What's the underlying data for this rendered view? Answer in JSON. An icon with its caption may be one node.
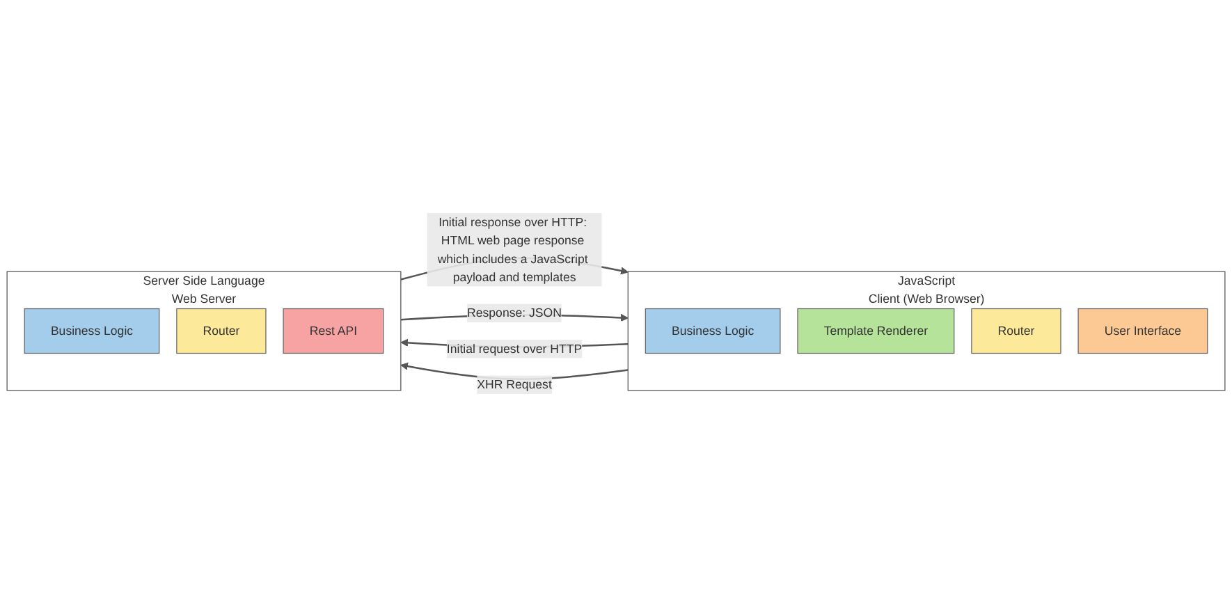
{
  "diagram": {
    "nodes": [
      {
        "text": [
          "JavaScript",
          "Client (Web Browser)"
        ]
      },
      {
        "text": [
          "Business Logic"
        ],
        "in": 0
      },
      {
        "text": [
          "Template Renderer"
        ],
        "in": 0
      },
      {
        "text": [
          "Router"
        ],
        "in": 0
      },
      {
        "text": [
          "User Interface"
        ],
        "in": 0
      },
      {
        "text": [
          "Server Side Language",
          "Web Server"
        ]
      },
      {
        "text": [
          "Business Logic"
        ],
        "in": 5
      },
      {
        "text": [
          "Router"
        ],
        "in": 5
      },
      {
        "text": [
          "Rest API"
        ],
        "in": 5
      }
    ],
    "edges": [
      {
        "from": 0,
        "to": 5,
        "arrow": "to",
        "label": "Initial request over HTTP"
      },
      {
        "from": 5,
        "to": 0,
        "arrow": "to",
        "label": "Initial response over HTTP: HTML web page response which includes a JavaScript payload and templates"
      },
      {
        "from": 0,
        "to": 5,
        "arrow": "to",
        "label": "XHR Request"
      },
      {
        "from": 5,
        "to": 0,
        "arrow": "to",
        "label": "Response: JSON"
      }
    ]
  }
}
